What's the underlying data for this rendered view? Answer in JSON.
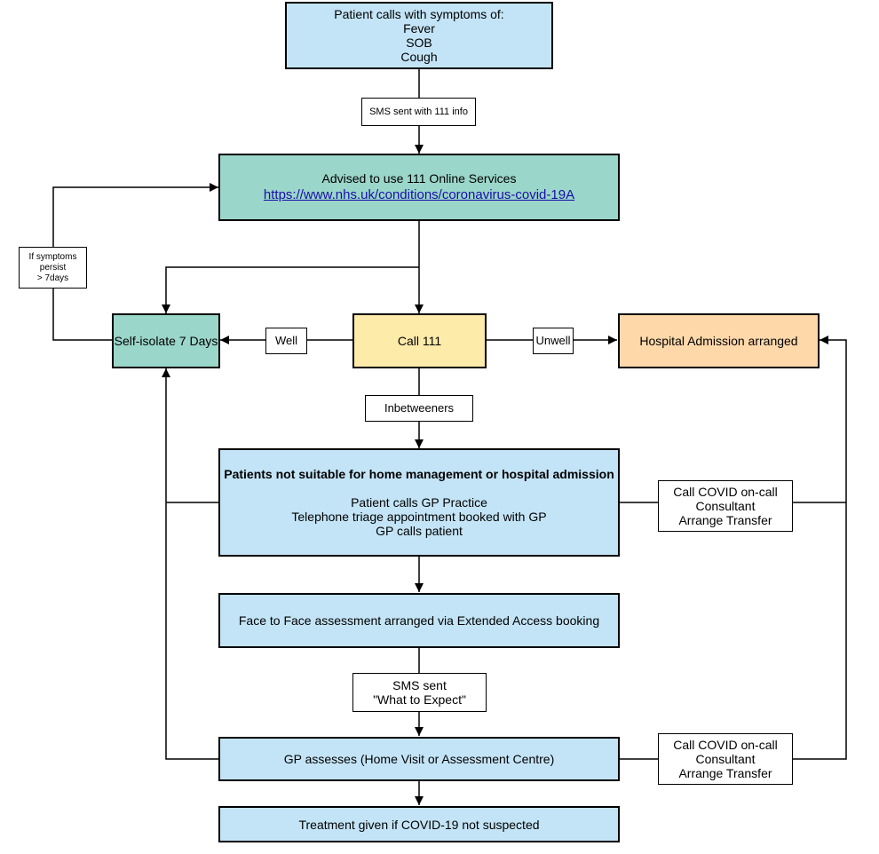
{
  "nodes": {
    "patient_calls": {
      "lines": [
        "Patient calls with symptoms of:",
        "Fever",
        "SOB",
        "Cough"
      ]
    },
    "sms_111": {
      "text": "SMS sent with 111 info"
    },
    "advised_111": {
      "text": "Advised to use 111 Online Services",
      "link": "https://www.nhs.uk/conditions/coronavirus-covid-19A"
    },
    "symptoms_persist": {
      "lines": [
        "If symptoms",
        "persist",
        "> 7days"
      ]
    },
    "self_isolate": {
      "text": "Self-isolate 7 Days"
    },
    "well": {
      "text": "Well"
    },
    "call_111": {
      "text": "Call 111"
    },
    "unwell": {
      "text": "Unwell"
    },
    "hospital": {
      "text": "Hospital Admission arranged"
    },
    "inbetweeners": {
      "text": "Inbetweeners"
    },
    "not_suitable": {
      "title": "Patients not suitable for home management or hospital admission",
      "lines": [
        "Patient calls GP Practice",
        "Telephone triage appointment booked with GP",
        "GP calls patient"
      ]
    },
    "covid_consultant_1": {
      "lines": [
        "Call COVID on-call",
        "Consultant",
        "Arrange Transfer"
      ]
    },
    "face_to_face": {
      "text": "Face to Face assessment arranged via Extended Access booking"
    },
    "sms_expect": {
      "lines": [
        "SMS sent",
        "\"What to Expect\""
      ]
    },
    "gp_assesses": {
      "text": "GP assesses (Home Visit or Assessment Centre)"
    },
    "covid_consultant_2": {
      "lines": [
        "Call COVID on-call",
        "Consultant",
        "Arrange Transfer"
      ]
    },
    "treatment": {
      "text": "Treatment given if COVID-19 not suspected"
    }
  },
  "colors": {
    "blue": "#c3e4f6",
    "teal": "#9ad6c9",
    "yellow": "#fdebaa",
    "orange": "#fed8a9",
    "link": "#1a0dab"
  }
}
